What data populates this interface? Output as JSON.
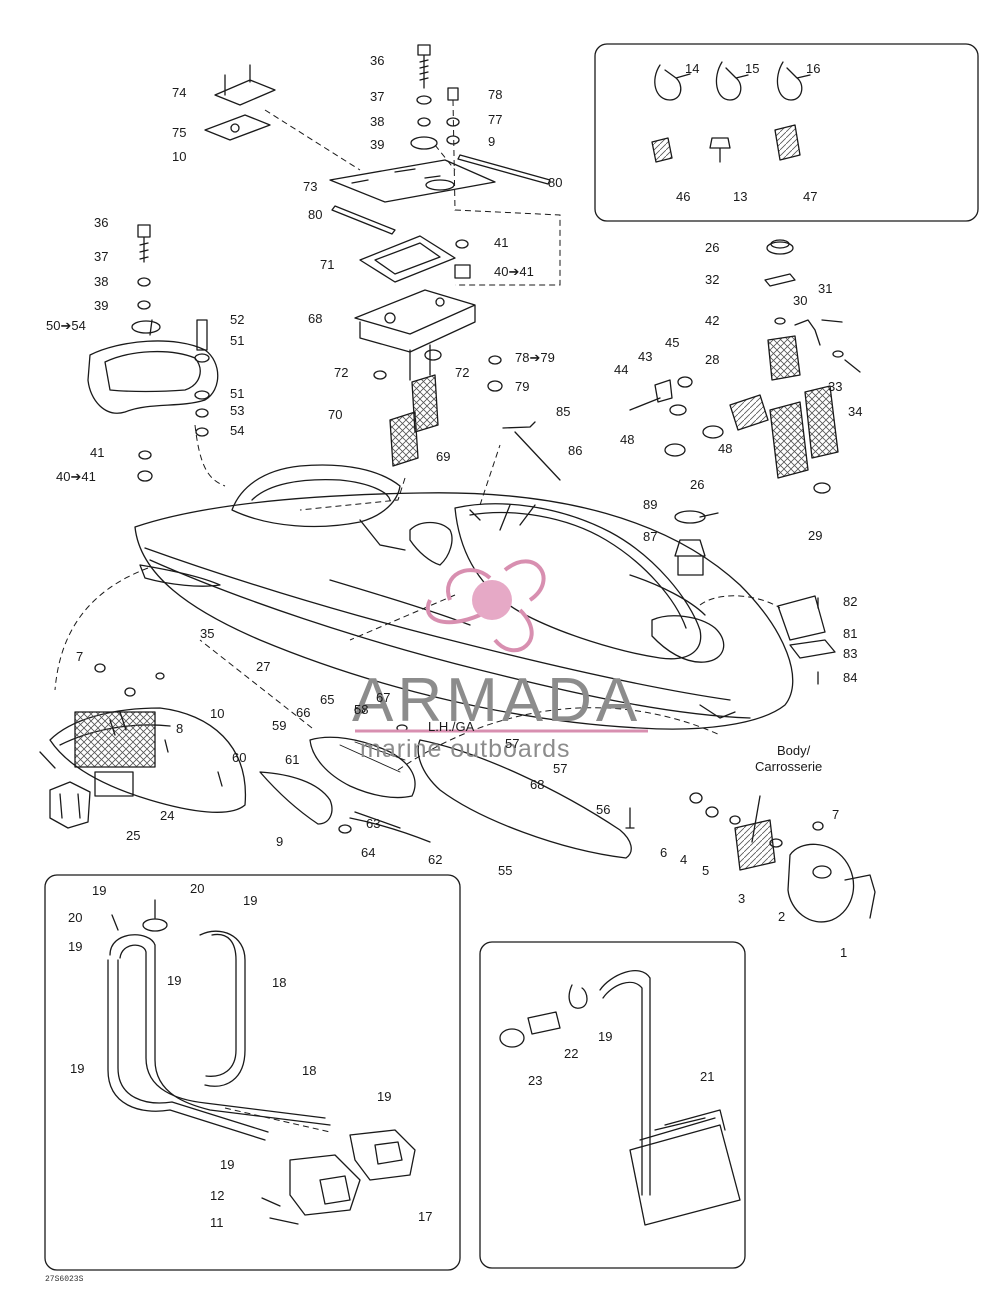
{
  "diagram_code": "27S6023S",
  "watermark": {
    "brand": "ARMADA",
    "tagline": "marine outboards"
  },
  "body_label": {
    "line1": "Body/",
    "line2": "Carrosserie"
  },
  "side_note": "L.H./GA",
  "callouts": {
    "c36a": "36",
    "c37a": "37",
    "c38a": "38",
    "c39a": "39",
    "c78": "78",
    "c77": "77",
    "c9a": "9",
    "c80a": "80",
    "c80b": "80",
    "c74": "74",
    "c75": "75",
    "c10a": "10",
    "c73a": "73",
    "c71": "71",
    "c41a": "41",
    "c4041a": "40➔41",
    "c68": "68",
    "c72a": "72",
    "c72b": "72",
    "c7879": "78➔79",
    "c79": "79",
    "c70": "70",
    "c69": "69",
    "c36b": "36",
    "c37b": "37",
    "c38b": "38",
    "c39b": "39",
    "c5054": "50➔54",
    "c52": "52",
    "c51a": "51",
    "c51b": "51",
    "c53": "53",
    "c54a": "54",
    "c41b": "41",
    "c4041b": "40➔41",
    "c14": "14",
    "c15": "15",
    "c16": "16",
    "c46": "46",
    "c13": "13",
    "c47": "47",
    "c26a": "26",
    "c32": "32",
    "c31": "31",
    "c30": "30",
    "c42": "42",
    "c45": "45",
    "c43": "43",
    "c44": "44",
    "c28": "28",
    "c33": "33",
    "c34": "34",
    "c48a": "48",
    "c48b": "48",
    "c26b": "26",
    "c29": "29",
    "c85": "85",
    "c86": "86",
    "c89": "89",
    "c87": "87",
    "c82": "82",
    "c81": "81",
    "c83": "83",
    "c84": "84",
    "c35": "35",
    "c27": "27",
    "c7a": "7",
    "c10b": "10",
    "c8": "8",
    "c25": "25",
    "c24": "24",
    "c9b": "9",
    "c65": "65",
    "c66": "66",
    "c58": "58",
    "c67": "67",
    "c59": "59",
    "c60": "60",
    "c61": "61",
    "c57a": "57",
    "c57b": "57",
    "c68b": "68",
    "c63": "63",
    "c64": "64",
    "c62": "62",
    "c55": "55",
    "c56": "56",
    "c6": "6",
    "c4": "4",
    "c5": "5",
    "c3": "3",
    "c2": "2",
    "c1": "1",
    "c7b": "7",
    "c19a": "19",
    "c20a": "20",
    "c20b": "20",
    "c19b": "19",
    "c19c": "19",
    "c19d": "19",
    "c18a": "18",
    "c18b": "18",
    "c19e": "19",
    "c19f": "19",
    "c19g": "19",
    "c12": "12",
    "c11": "11",
    "c17": "17",
    "c19h": "19",
    "c23": "23",
    "c22": "22",
    "c21": "21"
  }
}
